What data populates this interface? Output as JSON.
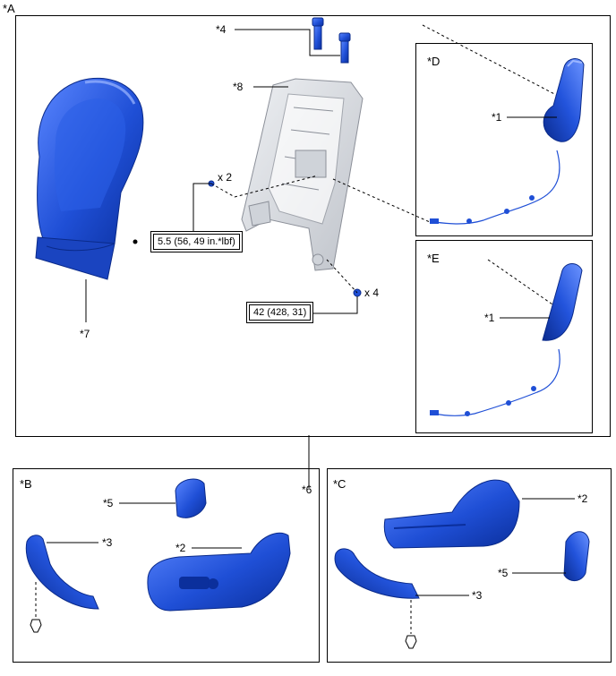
{
  "labels": {
    "A": "*A",
    "B": "*B",
    "C": "*C",
    "D": "*D",
    "E": "*E",
    "p1d": "*1",
    "p1e": "*1",
    "p2b": "*2",
    "p2c": "*2",
    "p3b": "*3",
    "p3c": "*3",
    "p4": "*4",
    "p5b": "*5",
    "p5c": "*5",
    "p6": "*6",
    "p7": "*7",
    "p8": "*8"
  },
  "quantities": {
    "bolt_small": "x 2",
    "bolt_large": "x 4"
  },
  "torque": {
    "small": "5.5 (56, 49 in.*lbf)",
    "large": "42 (428, 31)"
  },
  "colors": {
    "part": "#1f4fd6",
    "part_dark": "#0b2f9c",
    "part_light": "#5a86ff",
    "frame": "#d8dbe0",
    "frame_line": "#8c9099"
  }
}
